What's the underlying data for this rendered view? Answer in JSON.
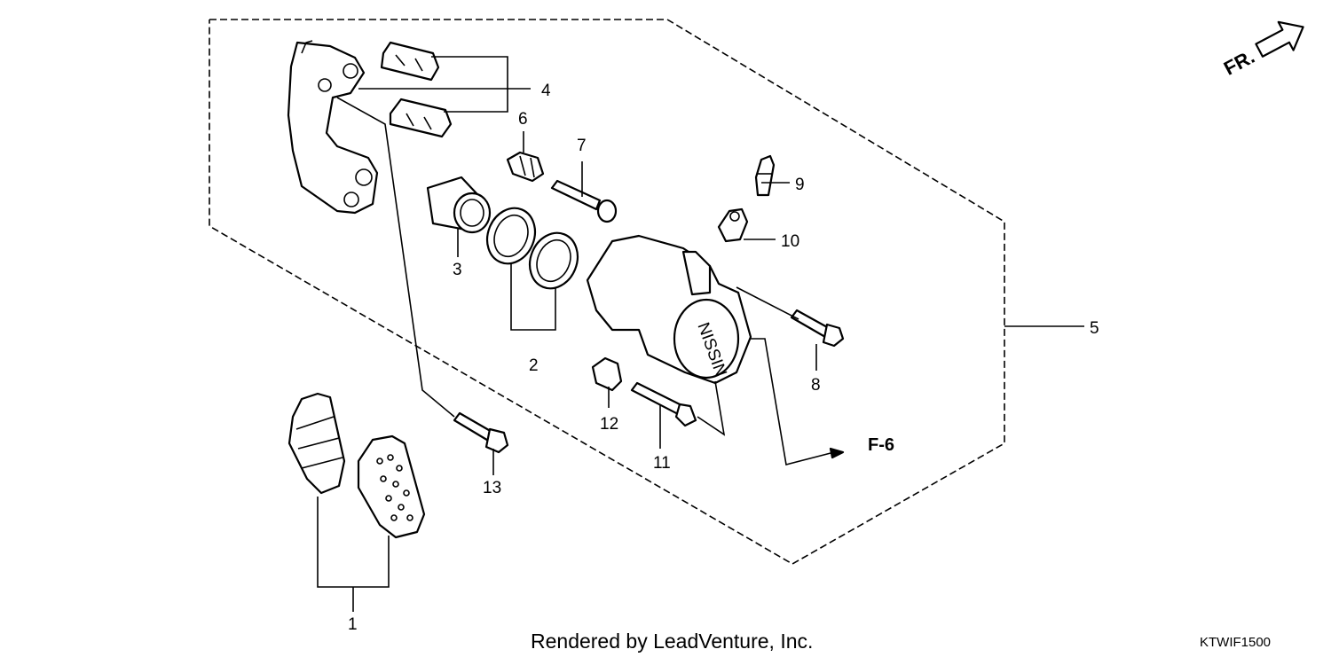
{
  "callouts": [
    "1",
    "2",
    "3",
    "4",
    "5",
    "6",
    "7",
    "8",
    "9",
    "10",
    "11",
    "12",
    "13"
  ],
  "direction_label": "FR.",
  "reference_label": "F-6",
  "caliper_marking": "NISSIN",
  "footer": {
    "credit": "Rendered by LeadVenture, Inc.",
    "diagram_code": "KTWIF1500"
  }
}
